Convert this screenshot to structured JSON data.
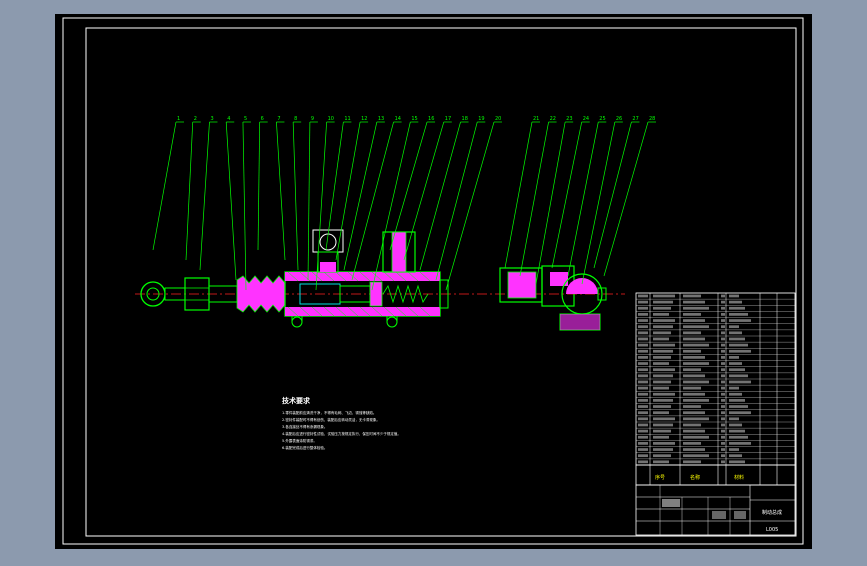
{
  "drawing": {
    "balloon_labels_left": [
      "1",
      "2",
      "3",
      "4",
      "5",
      "6",
      "7",
      "8",
      "9",
      "10",
      "11",
      "12",
      "13",
      "14",
      "15",
      "16",
      "17",
      "18",
      "19",
      "20"
    ],
    "balloon_labels_right": [
      "21",
      "22",
      "23",
      "24",
      "25",
      "26",
      "27",
      "28"
    ],
    "tech_req_title": "技术要求",
    "tech_req_lines": [
      "1.零件装配前应清洗干净，不得有毛刺、飞边、锈蚀等缺陷。",
      "2.密封件装配时不得有划伤，装配后应转动灵活，无卡滞现象。",
      "3.各连接处不得有渗漏现象。",
      "4.装配后应进行密封性试验，试验压力按规定执行，保压时间不少于规定值。",
      "5.外露表面涂防锈漆。",
      "6.装配完成后进行整体检验。"
    ],
    "title_block": {
      "header_no": "序号",
      "header_name": "名称",
      "header_material": "材料",
      "drawing_title": "制动总成",
      "drawing_code": "L005"
    }
  },
  "colors": {
    "outer_bg": "#8c9aae",
    "sheet": "#000000",
    "frame": "#ffffff",
    "leader": "#00ff00",
    "part": "#00ff00",
    "section_fill": "#ff33ff",
    "centerline": "#ff2020",
    "cyan": "#00e0e0",
    "yellow": "#ffff00",
    "text": "#ffffff"
  }
}
